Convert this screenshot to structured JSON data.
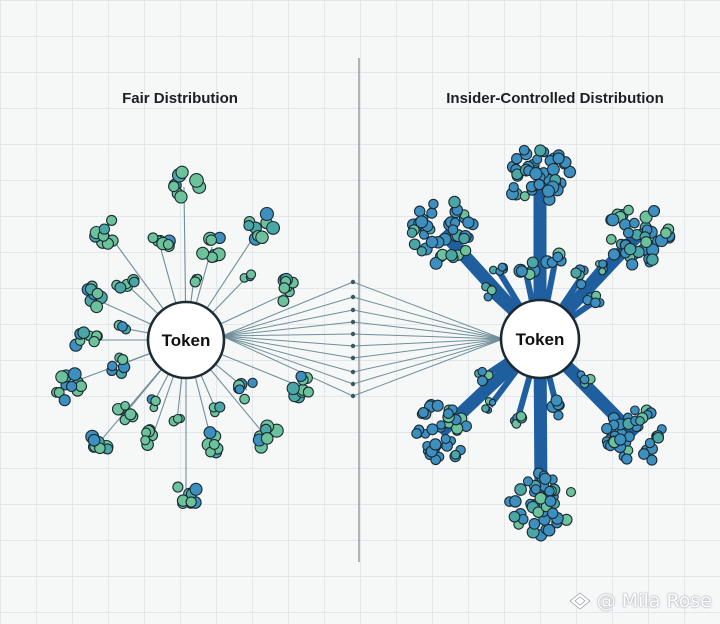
{
  "left_panel": {
    "title": "Fair Distribution",
    "hub_label": "Token"
  },
  "right_panel": {
    "title": "Insider-Controlled Distribution",
    "hub_label": "Token"
  },
  "watermark": {
    "text": "@ Mila Rose"
  },
  "colors": {
    "line": "#6f8f9a",
    "thick_line": "#1f5fa0",
    "cluster_green": "#6cc29a",
    "cluster_teal": "#4aa7a6",
    "cluster_blue": "#3d8fbf",
    "outline": "#1b2a33",
    "divider": "#8a9095"
  }
}
